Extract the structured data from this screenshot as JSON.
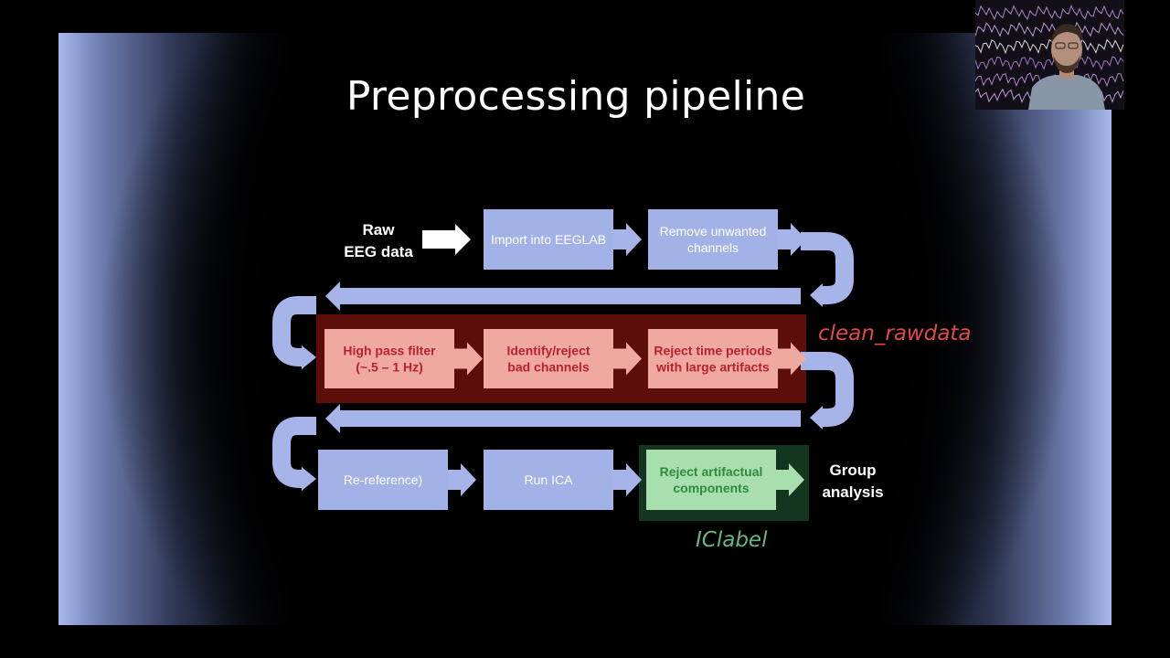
{
  "slide": {
    "title": "Preprocessing pipeline"
  },
  "colors": {
    "box_blue": "#a3b2e6",
    "arrow_blue": "#a7b4e9",
    "box_red": "#f0a9a1",
    "text_red": "#b6232b",
    "group_red": "#5e0e0a",
    "box_green": "#a9dfaf",
    "text_green": "#2f8a3d",
    "group_green": "#143520",
    "label_red": "#e24a44",
    "label_green": "#6bb583"
  },
  "input_label": [
    "Raw",
    "EEG data"
  ],
  "output_label": [
    "Group",
    "analysis"
  ],
  "rows": [
    {
      "steps": [
        {
          "id": "import",
          "lines": [
            "Import into EEGLAB"
          ]
        },
        {
          "id": "remove-channels",
          "lines": [
            "Remove unwanted",
            "channels"
          ]
        }
      ]
    },
    {
      "steps": [
        {
          "id": "high-pass",
          "lines": [
            "High pass filter",
            "(~.5 – 1 Hz)"
          ]
        },
        {
          "id": "bad-channels",
          "lines": [
            "Identify/reject",
            "bad channels"
          ]
        },
        {
          "id": "reject-periods",
          "lines": [
            "Reject time periods",
            "with large artifacts"
          ]
        }
      ],
      "plugin": "clean_rawdata"
    },
    {
      "steps": [
        {
          "id": "re-reference",
          "lines": [
            "Re-reference)"
          ]
        },
        {
          "id": "run-ica",
          "lines": [
            "Run ICA"
          ]
        },
        {
          "id": "reject-components",
          "lines": [
            "Reject artifactual",
            "components"
          ]
        }
      ],
      "plugin": "IClabel"
    }
  ]
}
